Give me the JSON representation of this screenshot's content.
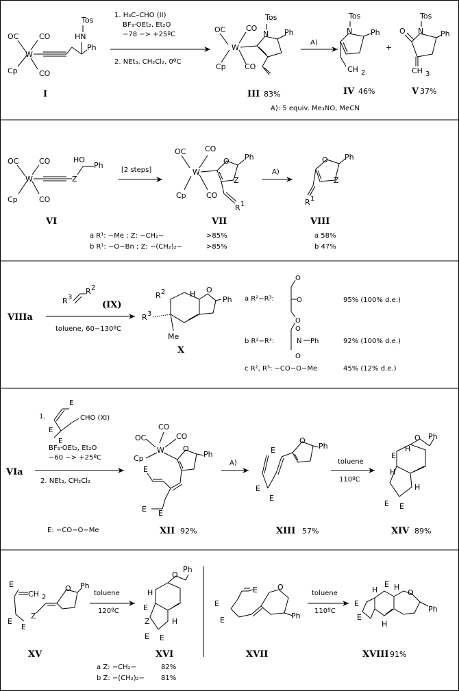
{
  "atoms": {
    "OC": "OC",
    "CO": "CO",
    "Cp": "Cp",
    "W": "W",
    "Tos": "Tos",
    "HN": "HN",
    "Ph": "Ph",
    "HO": "HO",
    "O": "O",
    "N": "N",
    "Z": "Z",
    "E": "E",
    "H": "H",
    "Me": "Me",
    "R1": "R",
    "R2": "R",
    "R3": "R",
    "sup1": "1",
    "sup2": "2",
    "sup3": "3",
    "CH2": "CH",
    "CH3": "CH",
    "sub2": "2",
    "sub3": "3"
  },
  "row1": {
    "step1": "1. H₃C–CHO  (II)",
    "step1b": "BF₃·OEt₂, Et₂O",
    "step1c": "−78 −> +25ºC",
    "step2": "2. NEt₃, CH₂Cl₂, 0ºC",
    "arrow_A": "A)",
    "plus": "+",
    "label_I": "I",
    "label_III": "III",
    "yield_III": "83%",
    "label_IV": "IV",
    "yield_IV": "46%",
    "label_V": "V",
    "yield_V": "37%",
    "footnote": "A): 5 equiv. Me₃NO, MeCN"
  },
  "row2": {
    "two_steps": "[2 steps]",
    "arrow_A": "A)",
    "label_VI": "VI",
    "label_VII": "VII",
    "label_VIII": "VIII",
    "subst_a": "a R¹: −Me ; Z: −CH₂−",
    "subst_b": "b R¹: −O−Bn ; Z: −(CH₂)₂−",
    "yield_VII_a": ">85%",
    "yield_VII_b": ">85%",
    "yield_VIII_a": "a 58%",
    "yield_VIII_b": "b 47%"
  },
  "row3": {
    "start": "VIIIa",
    "reagent_label": "(IX)",
    "conditions": "toluene, 60−130ºC",
    "label_X": "X",
    "a_text": "a R²−R³:",
    "b_text": "b R²−R³:",
    "c_text": "c R², R³: −CO−O−Me",
    "a_yield": "95% (100% d.e.)",
    "b_yield": "92% (100% d.e.)",
    "c_yield": "45% (12% d.e.)"
  },
  "row4": {
    "start": "VIa",
    "step1": "1.",
    "reagent": "CHO  (XI)",
    "step1b": "BF₃·OEt₂, Et₂O",
    "step1c": "−60 −> +25ºC",
    "step2": "2. NEt₃, CH₂Cl₂",
    "arrow_A": "A)",
    "toluene": "toluene",
    "temp": "110ºC",
    "e_def": "E: −CO−O−Me",
    "label_XII": "XII",
    "yield_XII": "92%",
    "label_XIII": "XIII",
    "yield_XIII": "57%",
    "label_XIV": "XIV",
    "yield_XIV": "89%"
  },
  "row5": {
    "toluene": "toluene",
    "temp_left": "120ºC",
    "temp_right": "110ºC",
    "label_XV": "XV",
    "label_XVI": "XVI",
    "label_XVII": "XVII",
    "label_XVIII": "XVIII",
    "yield_XVIII": "91%",
    "subst_a": "a Z: −CH₂−",
    "yield_a": "82%",
    "subst_b": "b Z: −(CH₂)₂−",
    "yield_b": "81%"
  }
}
